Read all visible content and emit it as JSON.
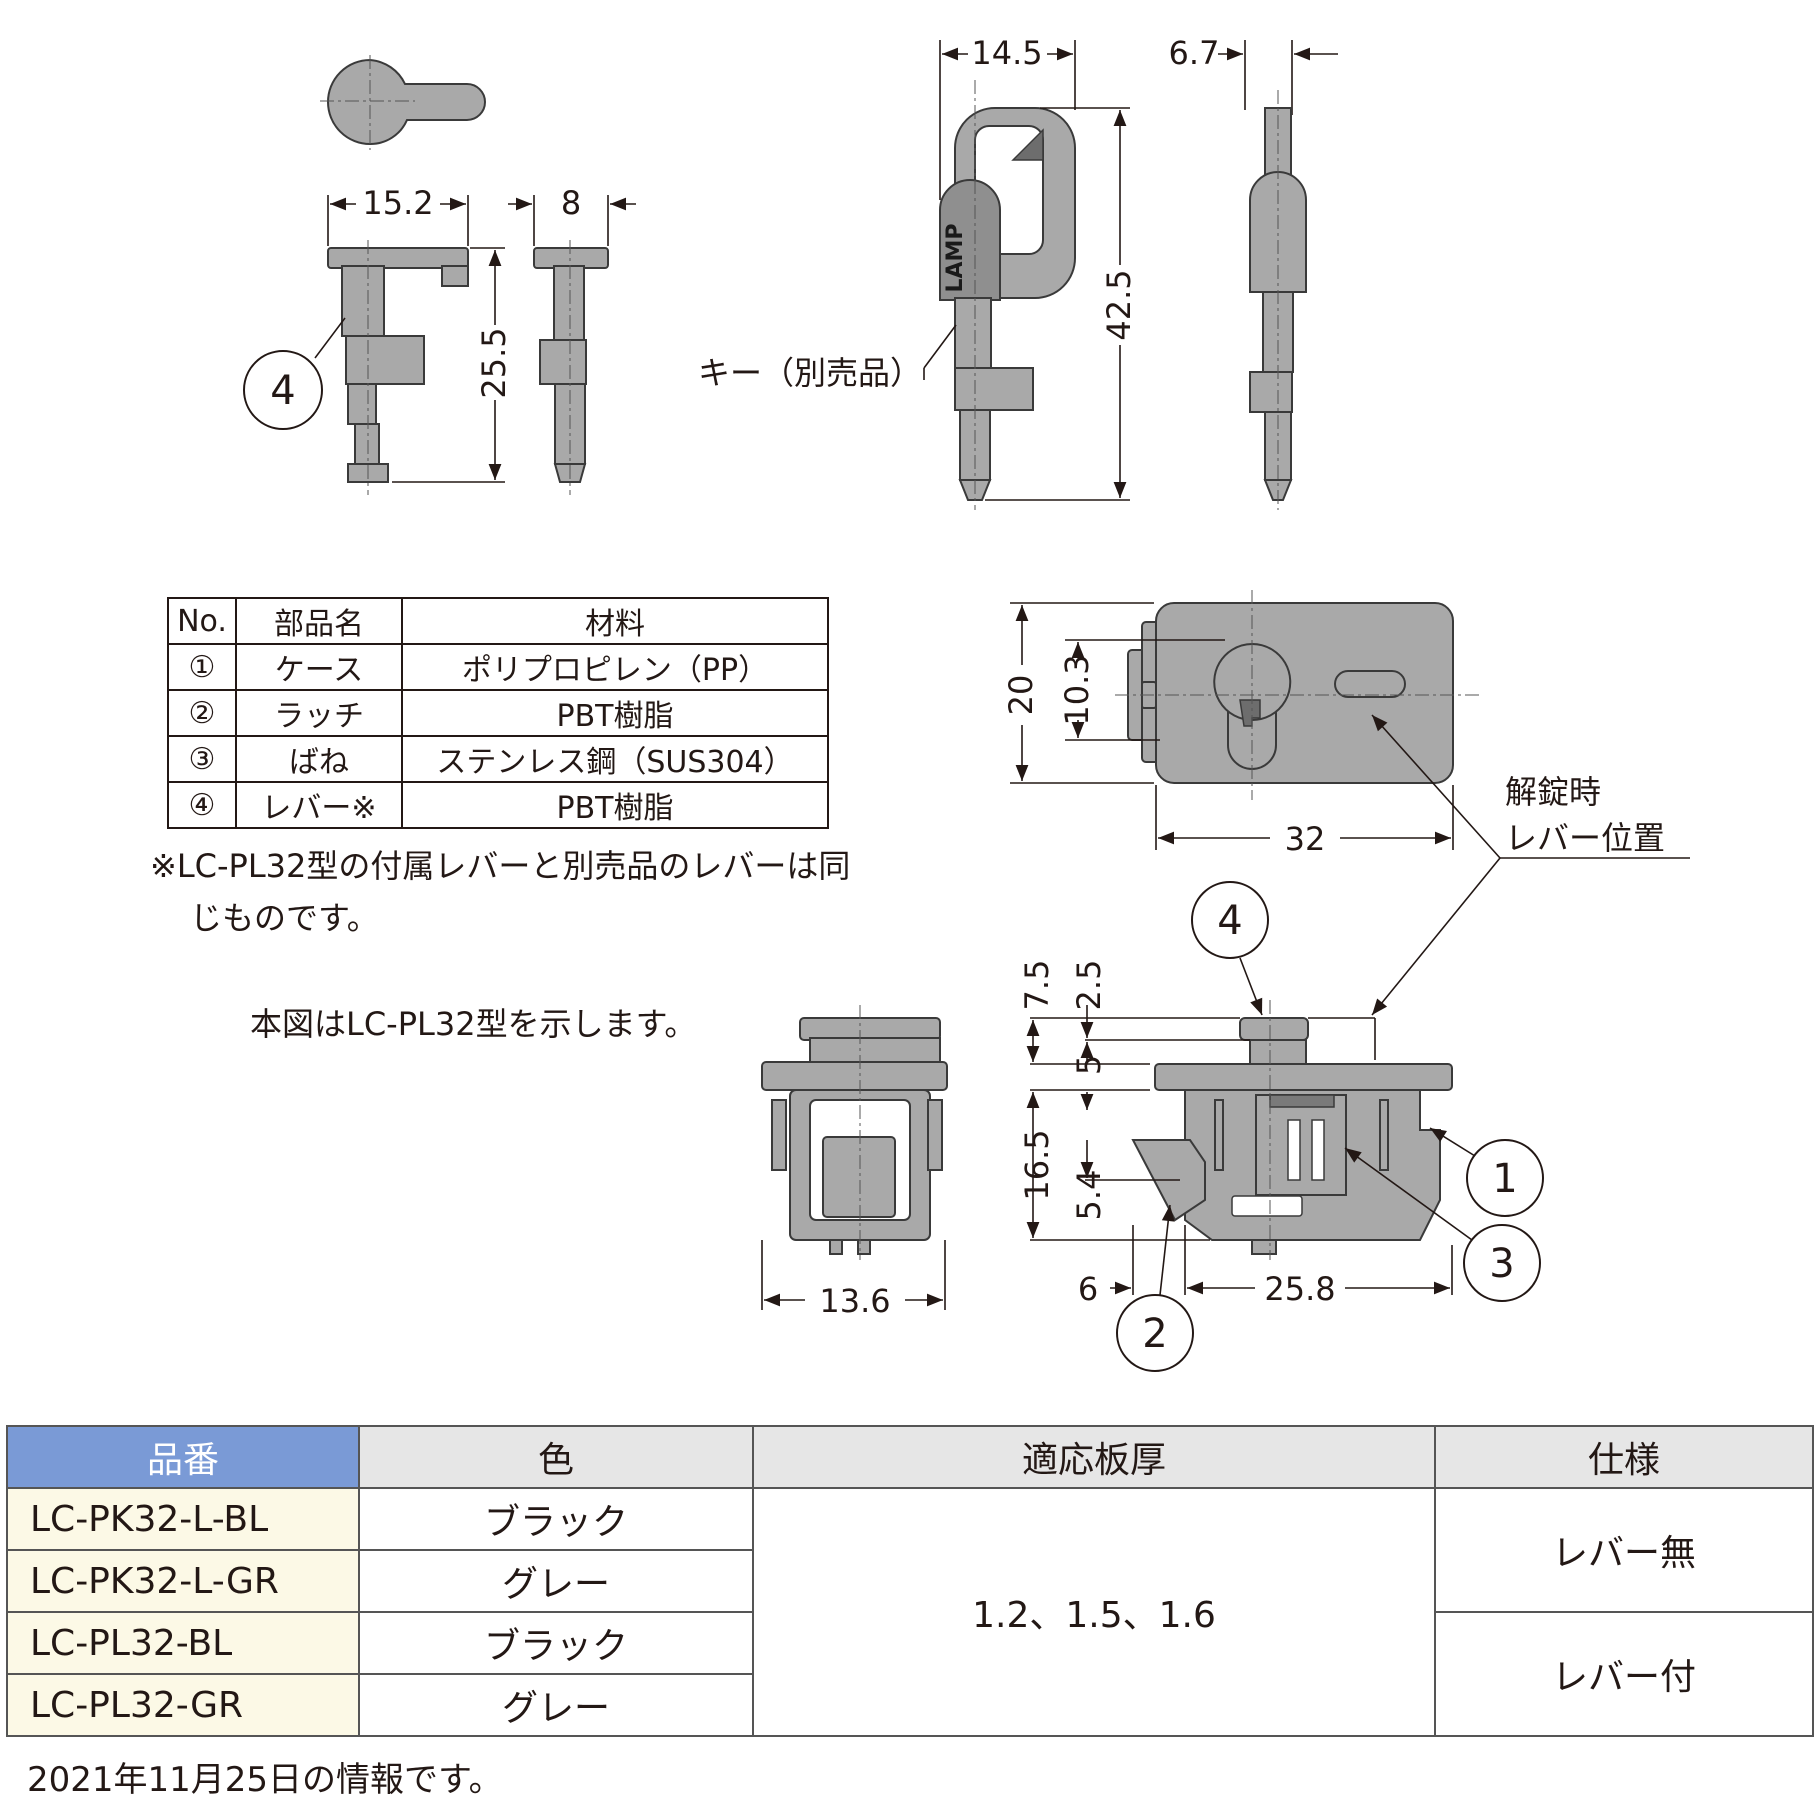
{
  "dimensions": {
    "lever_width": "15.2",
    "lever_thickness": "8",
    "lever_height": "25.5",
    "key_width": "14.5",
    "key_thickness": "6.7",
    "key_height": "42.5",
    "case_height": "20",
    "keyhole_offset": "10.3",
    "case_width": "32",
    "lever_protrusion": "7.5",
    "lever_gap": "2.5",
    "flange_thickness": "5",
    "body_depth": "16.5",
    "latch_offset": "5.4",
    "latch_length": "6",
    "body_width": "25.8",
    "side_width": "13.6"
  },
  "callouts": {
    "c1": "1",
    "c2": "2",
    "c3": "3",
    "c4": "4"
  },
  "labels": {
    "key_label": "キー（別売品）",
    "key_brand": "LAMP",
    "unlock_line1": "解錠時",
    "unlock_line2": "レバー位置"
  },
  "parts_table": {
    "headers": [
      "No.",
      "部品名",
      "材料"
    ],
    "rows": [
      {
        "no": "①",
        "name": "ケース",
        "material": "ポリプロピレン（PP）"
      },
      {
        "no": "②",
        "name": "ラッチ",
        "material": "PBT樹脂"
      },
      {
        "no": "③",
        "name": "ばね",
        "material": "ステンレス鋼（SUS304）"
      },
      {
        "no": "④",
        "name": "レバー※",
        "material": "PBT樹脂"
      }
    ]
  },
  "notes": {
    "lever_note_line1": "※LC-PL32型の付属レバーと別売品のレバーは同",
    "lever_note_line2": "じものです。",
    "figure_note": "本図はLC-PL32型を示します。"
  },
  "product_table": {
    "headers": [
      "品番",
      "色",
      "適応板厚",
      "仕様"
    ],
    "rows": [
      {
        "code": "LC-PK32-L-BL",
        "color": "ブラック"
      },
      {
        "code": "LC-PK32-L-GR",
        "color": "グレー"
      },
      {
        "code": "LC-PL32-BL",
        "color": "ブラック"
      },
      {
        "code": "LC-PL32-GR",
        "color": "グレー"
      }
    ],
    "thickness": "1.2、1.5、1.6",
    "spec_without_lever": "レバー無",
    "spec_with_lever": "レバー付"
  },
  "footer": "2021年11月25日の情報です。"
}
